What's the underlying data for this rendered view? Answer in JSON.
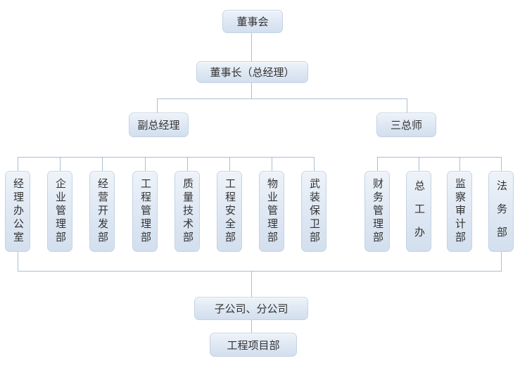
{
  "chart_title": "company-organization-chart",
  "colors": {
    "background": "#ffffff",
    "box_fill_top": "#eef3f9",
    "box_fill_bottom": "#d3dfee",
    "box_border": "#c3d3e6",
    "connector_line": "#a9bfd6",
    "text": "#333333"
  },
  "org": {
    "board": {
      "label": "董事会"
    },
    "chairman": {
      "label": "董事长（总经理）"
    },
    "deputy_gm": {
      "label": "副总经理"
    },
    "three_chiefs": {
      "label": "三总师"
    },
    "departments_left": [
      {
        "label": "经理办公室"
      },
      {
        "label": "企业管理部"
      },
      {
        "label": "经营开发部"
      },
      {
        "label": "工程管理部"
      },
      {
        "label": "质量技术部"
      },
      {
        "label": "工程安全部"
      },
      {
        "label": "物业管理部"
      },
      {
        "label": "武装保卫部"
      }
    ],
    "departments_right": [
      {
        "label": "财务管理部"
      },
      {
        "label": "总工办"
      },
      {
        "label": "监察审计部"
      },
      {
        "label": "法务部"
      }
    ],
    "subsidiaries": {
      "label": "子公司、分公司"
    },
    "project_dept": {
      "label": "工程项目部"
    }
  }
}
